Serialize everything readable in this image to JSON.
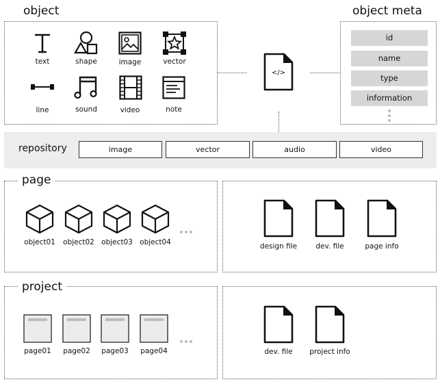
{
  "object": {
    "title": "object",
    "items": [
      {
        "label": "text",
        "icon": "text-icon"
      },
      {
        "label": "shape",
        "icon": "shape-icon"
      },
      {
        "label": "image",
        "icon": "image-icon"
      },
      {
        "label": "vector",
        "icon": "vector-icon"
      },
      {
        "label": "line",
        "icon": "line-icon"
      },
      {
        "label": "sound",
        "icon": "sound-icon"
      },
      {
        "label": "video",
        "icon": "video-icon"
      },
      {
        "label": "note",
        "icon": "note-icon"
      }
    ]
  },
  "code_file": {
    "symbol": "</>"
  },
  "object_meta": {
    "title": "object meta",
    "fields": [
      "id",
      "name",
      "type",
      "information"
    ]
  },
  "repository": {
    "title": "repository",
    "items": [
      "image",
      "vector",
      "audio",
      "video"
    ]
  },
  "page": {
    "title": "page",
    "objects": [
      "object01",
      "object02",
      "object03",
      "object04"
    ],
    "files": [
      "design file",
      "dev. file",
      "page info"
    ]
  },
  "project": {
    "title": "project",
    "pages": [
      "page01",
      "page02",
      "page03",
      "page04"
    ],
    "files": [
      "dev. file",
      "project info"
    ]
  },
  "colors": {
    "meta_row": "#d6d6d6",
    "repo_bar": "#ededed",
    "dots": "#bbbbbb"
  }
}
